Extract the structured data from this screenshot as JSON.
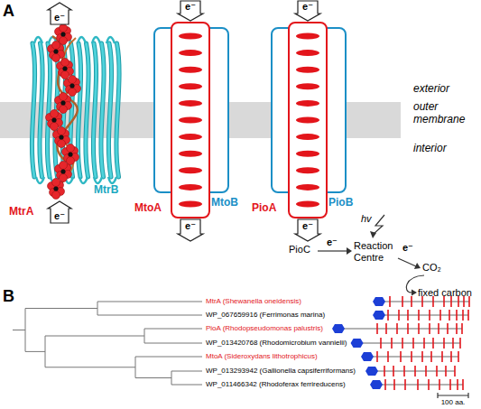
{
  "diagram": {
    "nodes": [
      {
        "text": [
          "e⁻"
        ]
      },
      {
        "text": [
          "e⁻"
        ]
      },
      {
        "text": [
          "MtoB"
        ]
      },
      {
        "text": [
          "MtoA"
        ],
        "in": 2
      },
      {
        "text": [
          "e⁻"
        ]
      },
      {
        "text": [
          "e⁻"
        ]
      },
      {
        "text": [
          "PioB"
        ]
      },
      {
        "text": [
          "PioA"
        ],
        "in": 6
      },
      {
        "text": [
          "e⁻"
        ]
      },
      {
        "text": [
          "e⁻"
        ]
      }
    ],
    "labels": [
      "A",
      "MtrA",
      "MtrB",
      "exterior",
      "outer membrane",
      "interior",
      "PioC",
      "e⁻",
      "hv",
      "Reaction Centre",
      "e⁻",
      "CO₂",
      "fixed carbon",
      "B",
      "MtrA (Shewanella oneidensis)",
      "WP_067659916 (Ferrimonas marina)",
      "PioA (Rhodopseudomonas palustris)",
      "WP_013420768 (Rhodomicrobium vannielii)",
      "MtoA (Sideroxydans lithotrophicus)",
      "WP_013293942 (Gallionella capsiferriformans)",
      "WP_011466342 (Rhodoferax ferrireducens)",
      "100 aa."
    ]
  }
}
